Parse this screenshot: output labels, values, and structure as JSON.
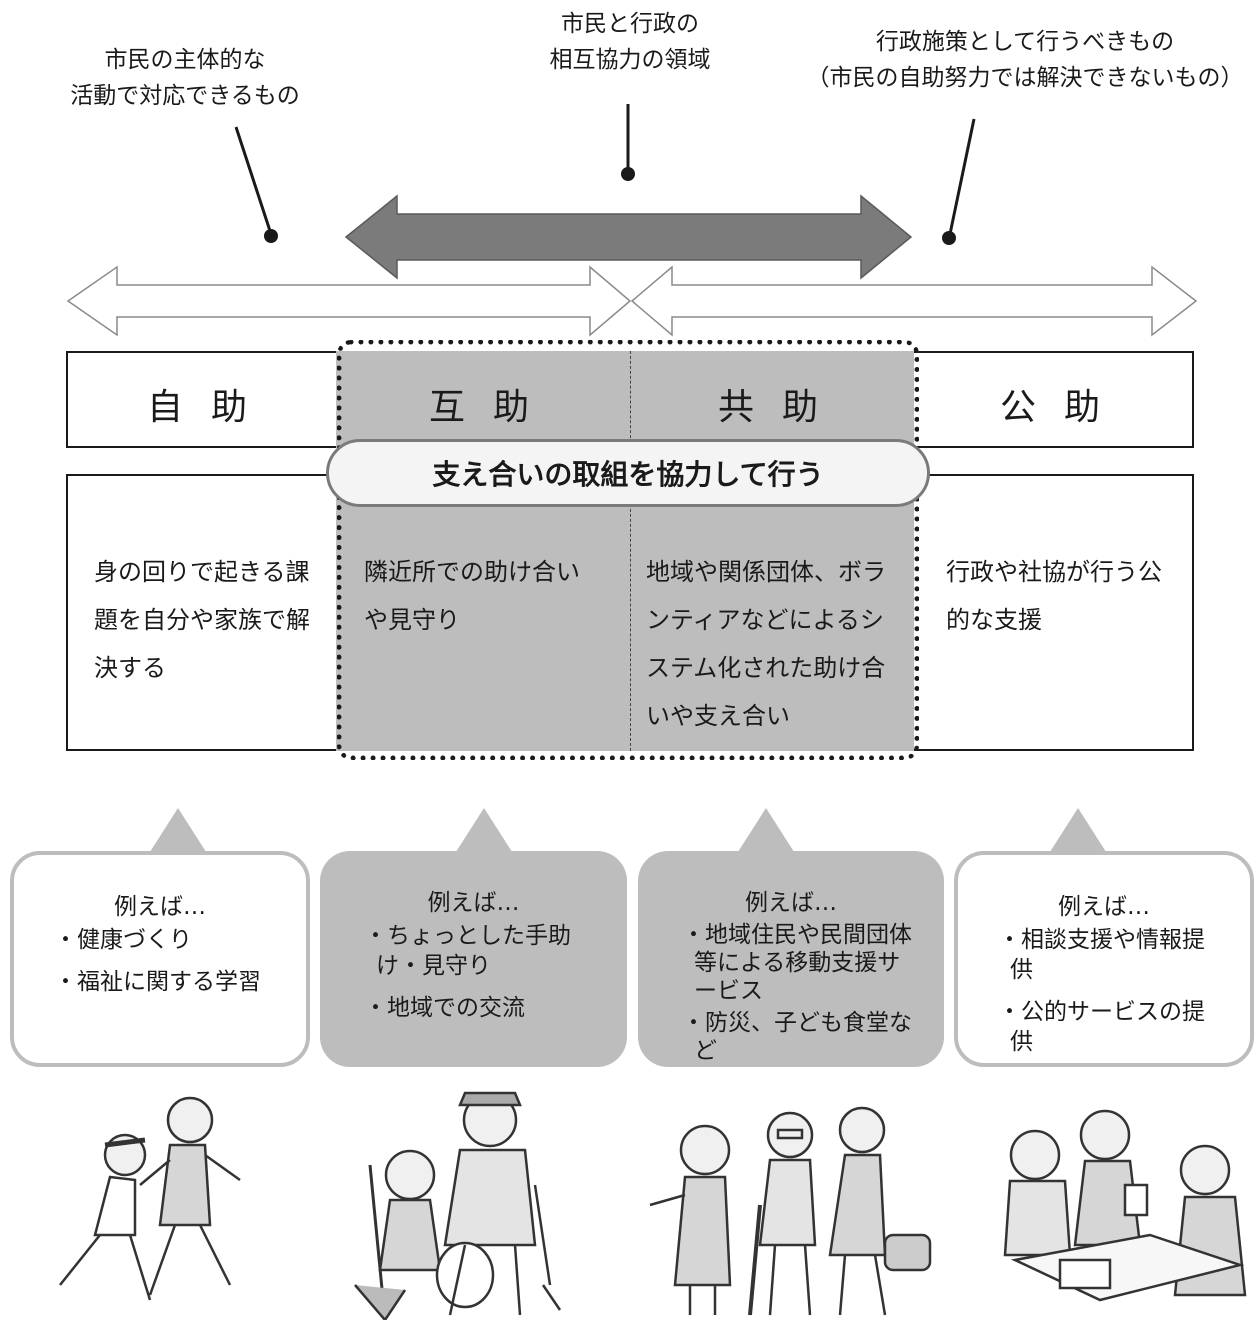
{
  "labels": {
    "self": "市民の主体的な\n活動で対応できるもの",
    "mutual": "市民と行政の\n相互協力の領域",
    "public": "行政施策として行うべきもの\n（市民の自助努力では解決できないもの）"
  },
  "headers": [
    "自助",
    "互助",
    "共助",
    "公助"
  ],
  "banner": "支え合いの取組を協力して行う",
  "descriptions": [
    "身の回りで起きる課題を自分や家族で解決する",
    "隣近所での助け合いや見守り",
    "地域や関係団体、ボランティアなどによるシステム化された助け合いや支え合い",
    "行政や社協が行う公的な支援"
  ],
  "examples": [
    {
      "title": "例えば…",
      "items": [
        "・健康づくり",
        "・福祉に関する学習"
      ]
    },
    {
      "title": "例えば…",
      "items": [
        "・ちょっとした手助け・見守り",
        "・地域での交流"
      ]
    },
    {
      "title": "例えば…",
      "items": [
        "・地域住民や民間団体等による移動支援サービス",
        "・防災、子ども食堂など"
      ]
    },
    {
      "title": "例えば…",
      "items": [
        "・相談支援や情報提供",
        "・公的サービスの提供"
      ]
    }
  ],
  "colors": {
    "shade": "#bdbdbd",
    "arrow_dark": "#7b7b7b",
    "line": "#1a1a1a"
  },
  "icons": [
    "runners-illustration",
    "neighbors-cleanup-illustration",
    "walking-support-illustration",
    "consultation-illustration"
  ]
}
